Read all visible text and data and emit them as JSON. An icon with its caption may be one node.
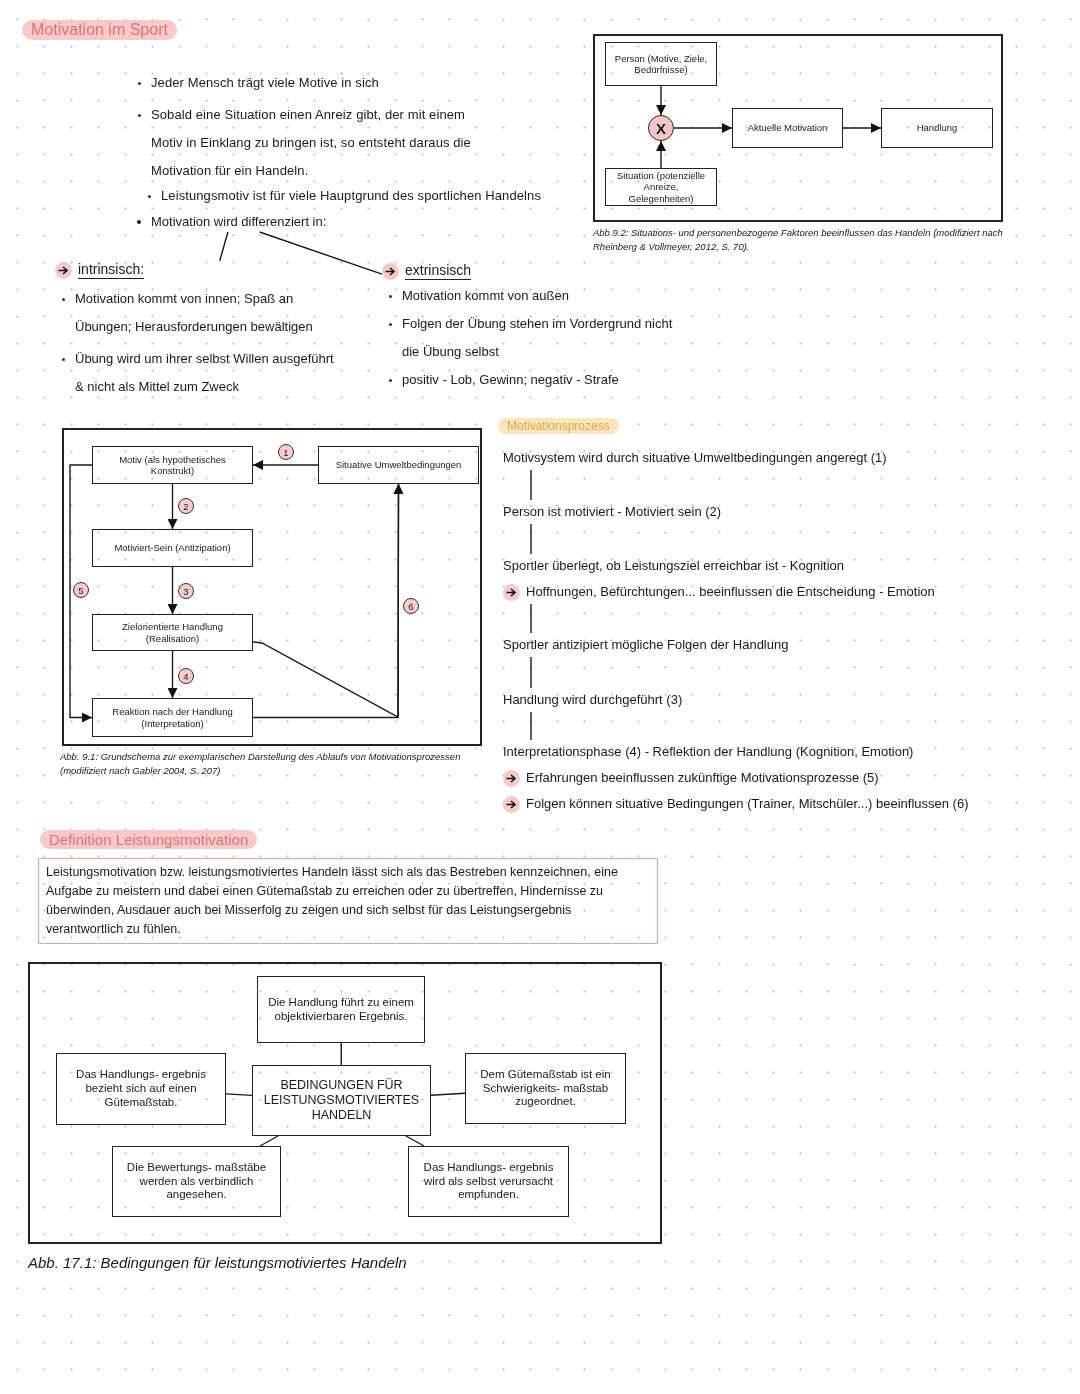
{
  "diagram": {
    "title": "Motivation im Sport",
    "nodes": [
      {
        "text": [
          "Motivation wird differenziert in:"
        ]
      },
      {
        "text": [
          "intrinsisch:",
          "Motivation kommt von innen; Spaß an Übungen; Herausforderungen bewältigen",
          "Übung wird um ihrer selbst Willen ausgeführt & nicht als Mittel zum Zweck"
        ]
      },
      {
        "text": [
          "extrinsisch",
          "Motivation kommt von außen",
          "Folgen der Übung stehen im Vordergrund nicht die Übung selbst",
          "positiv - Lob, Gewinn; negativ - Strafe"
        ]
      },
      {
        "text": [],
        "shape": "box",
        "beside": [
          "Abb 9.2: Situations- und personenbezogene Faktoren beeinflussen das Handeln (modifiziert nach Rheinberg & Vollmeyer, 2012, S. 70)."
        ]
      },
      {
        "text": [
          "Person (Motive, Ziele, Bedürfnisse)"
        ],
        "in": 3
      },
      {
        "text": [
          "X"
        ],
        "in": 3
      },
      {
        "text": [
          "Situation (potenzielle Anreize, Gelegenheiten)"
        ],
        "in": 3
      },
      {
        "text": [
          "Aktuelle Motivation"
        ],
        "in": 3
      },
      {
        "text": [
          "Handlung"
        ],
        "in": 3
      },
      {
        "text": [],
        "shape": "box",
        "beside": [
          "Abb. 9.1: Grundschema zur exemplarischen Darstellung des Ablaufs von Motivationsprozessen (modifiziert nach Gabler 2004, S. 207)"
        ]
      },
      {
        "text": [
          "Motiv (als hypothetisches Konstrukt)"
        ],
        "in": 9
      },
      {
        "text": [
          "Situative Umweltbedingungen"
        ],
        "in": 9
      },
      {
        "text": [
          "Motiviert-Sein (Antizipation)"
        ],
        "in": 9
      },
      {
        "text": [
          "Zielorientierte Handlung (Realisation)"
        ],
        "in": 9
      },
      {
        "text": [
          "Reaktion nach der Handlung (Interpretation)"
        ],
        "in": 9
      },
      {
        "text": [
          "Motivsystem wird durch situative Umweltbedingungen angeregt (1)"
        ]
      },
      {
        "text": [
          "Person ist motiviert - Motiviert sein (2)"
        ]
      },
      {
        "text": [
          "Sportler überlegt, ob Leistungsziel erreichbar ist - Kognition",
          "Hoffnungen, Befürchtungen... beeinflussen die Entscheidung - Emotion"
        ]
      },
      {
        "text": [
          "Sportler antizipiert mögliche Folgen der Handlung"
        ]
      },
      {
        "text": [
          "Handlung wird durchgeführt (3)"
        ]
      },
      {
        "text": [
          "Interpretationsphase (4) - Reflektion der Handlung (Kognition, Emotion)",
          "Erfahrungen beeinflussen zukünftige Motivationsprozesse (5)",
          "Folgen können situative Bedingungen (Trainer, Mitschüler...) beeinflussen (6)"
        ]
      },
      {
        "beside": [
          "Definition Leistungsmotivation"
        ],
        "text": [
          "Leistungsmotivation bzw. leistungsmotiviertes Handeln lässt sich als das Bestreben kennzeichnen, eine Aufgabe zu meistern und dabei einen Gütemaßstab zu erreichen oder zu übertreffen, Hindernisse zu überwinden, Ausdauer auch bei Misserfolg zu zeigen und sich selbst für das Leistungsergebnis verantwortlich zu fühlen."
        ]
      },
      {
        "text": [],
        "shape": "box",
        "beside": [
          "Abb. 17.1: Bedingungen für leistungsmotiviertes Handeln"
        ]
      },
      {
        "text": [
          "Die Handlung führt zu einem objektivierbaren Ergebnis."
        ],
        "in": 22
      },
      {
        "text": [
          "Das Handlungs- ergebnis bezieht sich auf einen Gütemaßstab."
        ],
        "in": 22
      },
      {
        "text": [
          "BEDINGUNGEN FÜR LEISTUNGSMOTIVIERTES HANDELN"
        ],
        "in": 22
      },
      {
        "text": [
          "Dem Gütemaßstab ist ein Schwierigkeits- maßstab zugeordnet."
        ],
        "in": 22
      },
      {
        "text": [
          "Die Bewertungs- maßstäbe werden als verbindlich angesehen."
        ],
        "in": 22
      },
      {
        "text": [
          "Das Handlungs- ergebnis wird als selbst verursacht empfunden."
        ],
        "in": 22
      }
    ],
    "edges": [
      {
        "from": 0,
        "to": 1,
        "arrow": "none"
      },
      {
        "from": 0,
        "to": 2,
        "arrow": "none"
      },
      {
        "from": 4,
        "to": 5,
        "arrow": "to"
      },
      {
        "from": 6,
        "to": 5,
        "arrow": "to"
      },
      {
        "from": 5,
        "to": 7,
        "arrow": "to"
      },
      {
        "from": 7,
        "to": 8,
        "arrow": "to"
      },
      {
        "from": 11,
        "to": 10,
        "arrow": "to",
        "label": "1"
      },
      {
        "from": 10,
        "to": 12,
        "arrow": "to",
        "label": "2"
      },
      {
        "from": 12,
        "to": 13,
        "arrow": "to",
        "label": "3"
      },
      {
        "from": 13,
        "to": 14,
        "arrow": "to",
        "label": "4"
      },
      {
        "from": 10,
        "to": 14,
        "arrow": "to",
        "label": "5"
      },
      {
        "from": 13,
        "to": 11,
        "arrow": "to"
      },
      {
        "from": 14,
        "to": 11,
        "arrow": "to",
        "label": "6"
      },
      {
        "from": 15,
        "to": 16,
        "arrow": "none"
      },
      {
        "from": 16,
        "to": 17,
        "arrow": "none"
      },
      {
        "from": 17,
        "to": 18,
        "arrow": "none"
      },
      {
        "from": 18,
        "to": 19,
        "arrow": "none"
      },
      {
        "from": 19,
        "to": 20,
        "arrow": "none"
      },
      {
        "from": 25,
        "to": 23,
        "arrow": "none"
      },
      {
        "from": 25,
        "to": 24,
        "arrow": "none"
      },
      {
        "from": 25,
        "to": 26,
        "arrow": "none"
      },
      {
        "from": 25,
        "to": 27,
        "arrow": "none"
      },
      {
        "from": 25,
        "to": 28,
        "arrow": "none"
      }
    ],
    "labels": [
      "Jeder Mensch trägt viele Motive in sich",
      "Sobald eine Situation einen Anreiz gibt, der mit einem Motiv in Einklang zu bringen ist, so entsteht daraus die Motivation für ein Handeln.",
      "Leistungsmotiv ist für viele Hauptgrund des sportlichen Handelns",
      "Motivationsprozess"
    ]
  }
}
